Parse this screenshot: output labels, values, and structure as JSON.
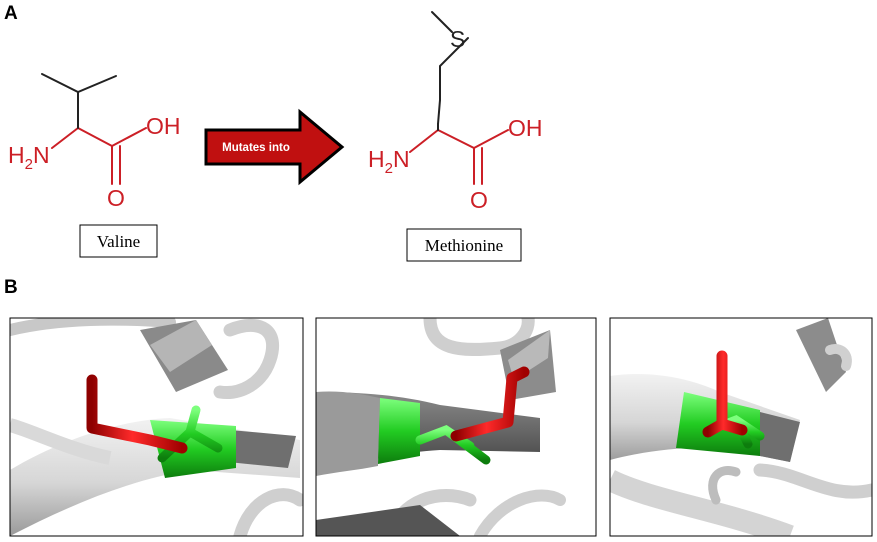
{
  "panels": {
    "a": "A",
    "b": "B"
  },
  "reaction": {
    "from_name": "Valine",
    "to_name": "Methionine",
    "arrow_label": "Mutates into"
  },
  "atoms": {
    "hydrogen_nitrogen": "H",
    "nitrogen_label": "N",
    "subscript_two": "2",
    "hydroxyl": "OH",
    "oxygen": "O",
    "sulfur": "S"
  },
  "colors": {
    "backbone_red": "#cc1f26",
    "chain_dark": "#222222",
    "arrow_fill": "#c01010",
    "residue_green": "#1fd21f",
    "side_chain_red": "#dd1111",
    "ribbon_light": "#d9d9d9",
    "ribbon_dark": "#6f6f6f"
  },
  "structure_views": [
    {
      "id": "view-1"
    },
    {
      "id": "view-2"
    },
    {
      "id": "view-3"
    }
  ]
}
